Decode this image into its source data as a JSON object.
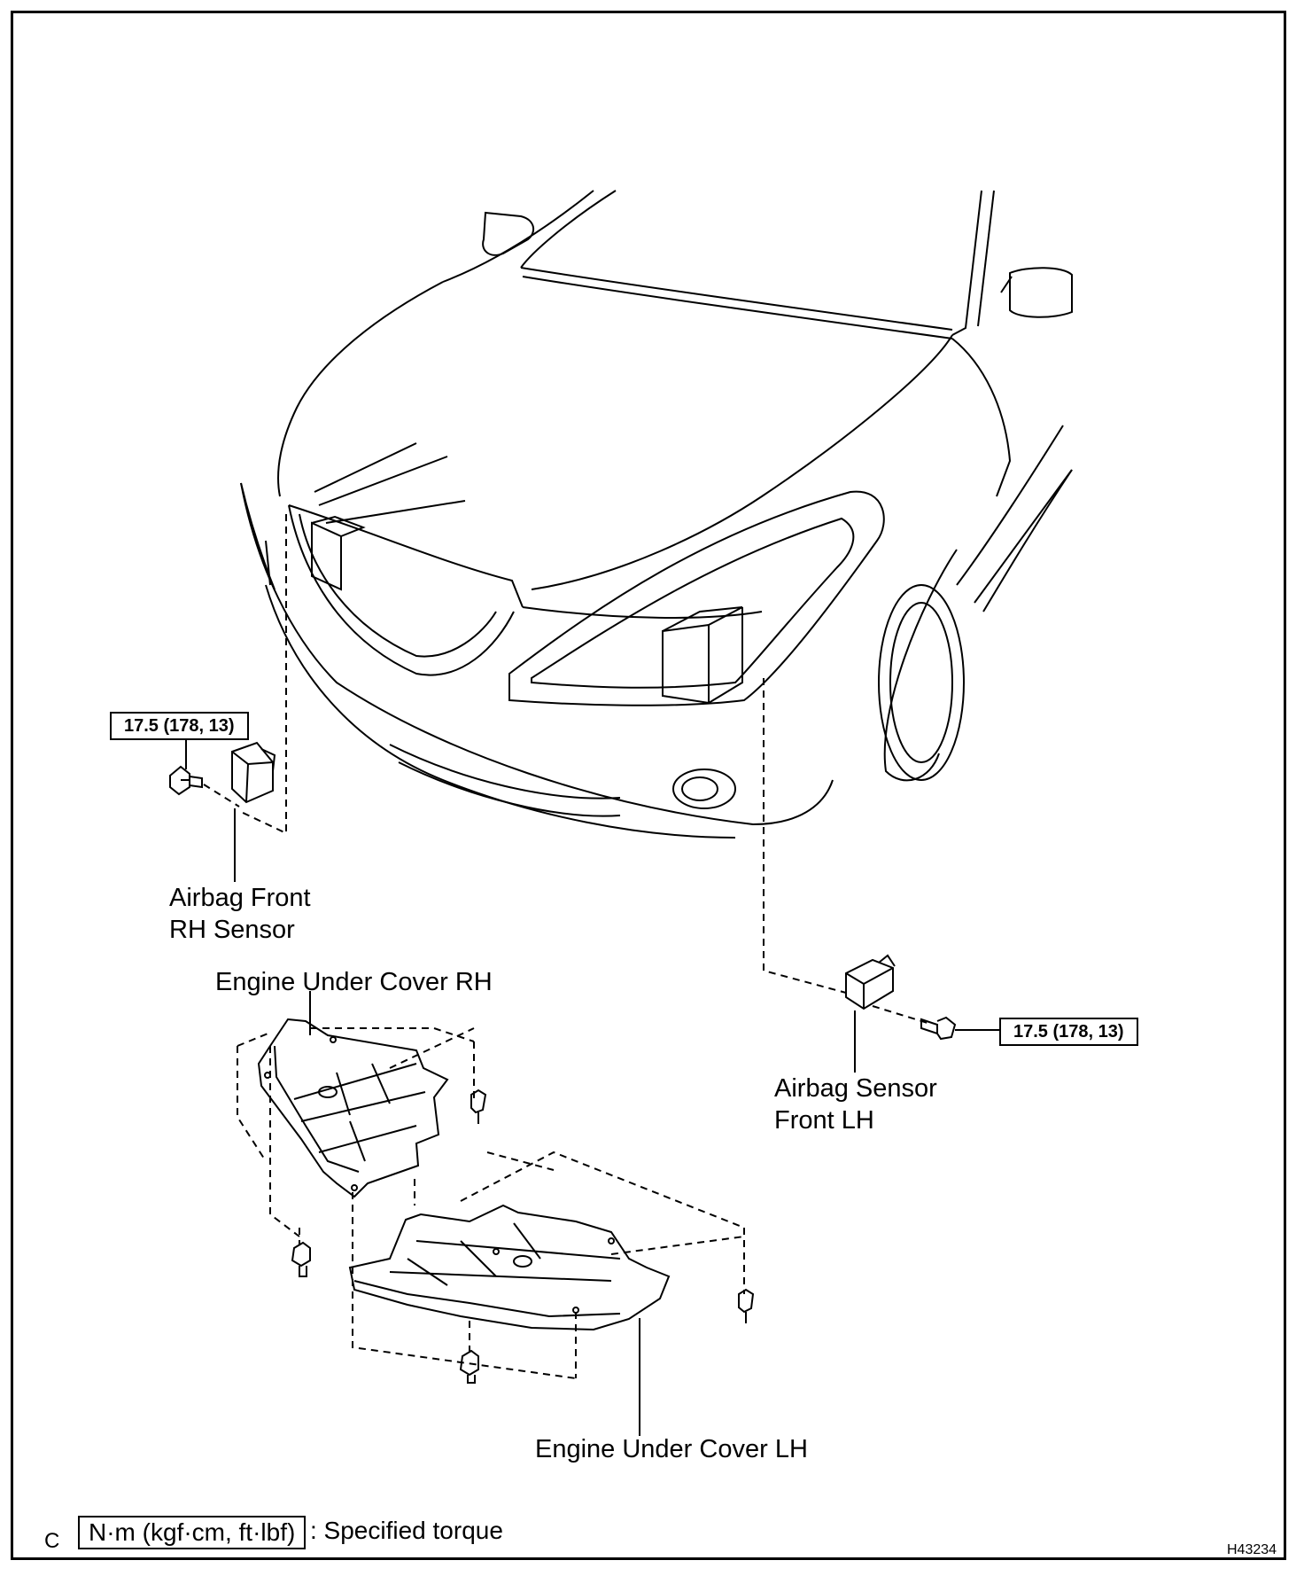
{
  "labels": {
    "airbag_front_rh": [
      "Airbag Front",
      "RH Sensor"
    ],
    "airbag_front_lh": [
      "Airbag Sensor",
      "Front LH"
    ],
    "under_cover_rh": "Engine Under Cover RH",
    "under_cover_lh": "Engine Under Cover LH"
  },
  "torques": {
    "rh_sensor_bolt": "17.5 (178, 13)",
    "lh_sensor_bolt": "17.5 (178, 13)"
  },
  "legend": {
    "unit_box": "N·m (kgf·cm, ft·lbf)",
    "description": ": Specified torque"
  },
  "corner_letter": "C",
  "figure_code": "H43234"
}
